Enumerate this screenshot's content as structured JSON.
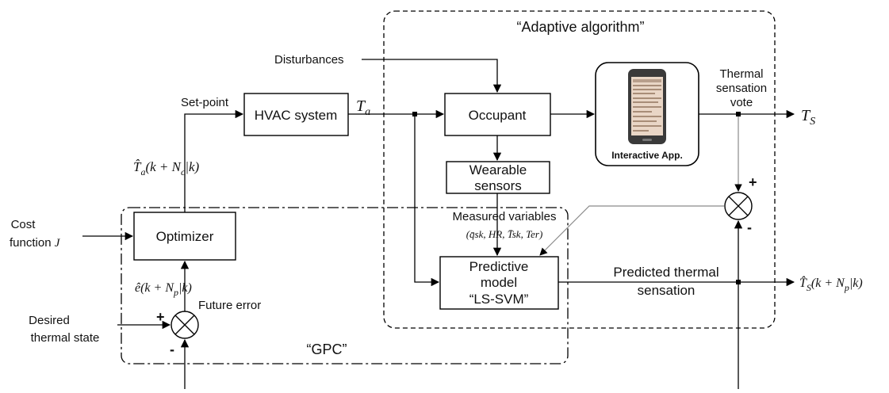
{
  "adaptive_title": "“Adaptive algorithm”",
  "gpc_title": "“GPC”",
  "blocks": {
    "hvac": "HVAC system",
    "occupant": "Occupant",
    "wearable_line1": "Wearable",
    "wearable_line2": "sensors",
    "optimizer": "Optimizer",
    "predictive_line1": "Predictive",
    "predictive_line2": "model",
    "predictive_line3": "“LS-SVM”",
    "app": "Interactive App."
  },
  "labels": {
    "disturbances": "Disturbances",
    "setpoint": "Set-point",
    "ta": "T",
    "ta_sub": "a",
    "thermal_vote_1": "Thermal",
    "thermal_vote_2": "sensation",
    "thermal_vote_3": "vote",
    "ts": "T",
    "ts_sub": "S",
    "ta_hat": "T̂",
    "ta_hat_sub": "a",
    "ta_hat_arg": "(k + N",
    "ta_hat_arg_sub": "c",
    "ta_hat_arg_end": "|k)",
    "cost_1": "Cost",
    "cost_2": "function",
    "cost_j": "J",
    "measured": "Measured variables",
    "measured_vars": "(q̄sk, HR, T̄sk, Ter)",
    "e_hat": "ê(k + N",
    "e_hat_sub": "p",
    "e_hat_end": "|k)",
    "future_error": "Future error",
    "desired_1": "Desired",
    "desired_2": "thermal state",
    "predicted_1": "Predicted thermal",
    "predicted_2": "sensation",
    "ts_hat": "T̂",
    "ts_hat_sub": "S",
    "ts_hat_arg": "(k + N",
    "ts_hat_arg_sub": "p",
    "ts_hat_arg_end": "|k)",
    "plus": "+",
    "minus": "-"
  },
  "colors": {
    "line": "#000000",
    "feedback_line": "#8a8a8a",
    "phone_body": "#3a3a3a",
    "phone_screen": "#e9d6c6"
  },
  "icons": [
    "summing-junction-icon",
    "smartphone-icon"
  ]
}
